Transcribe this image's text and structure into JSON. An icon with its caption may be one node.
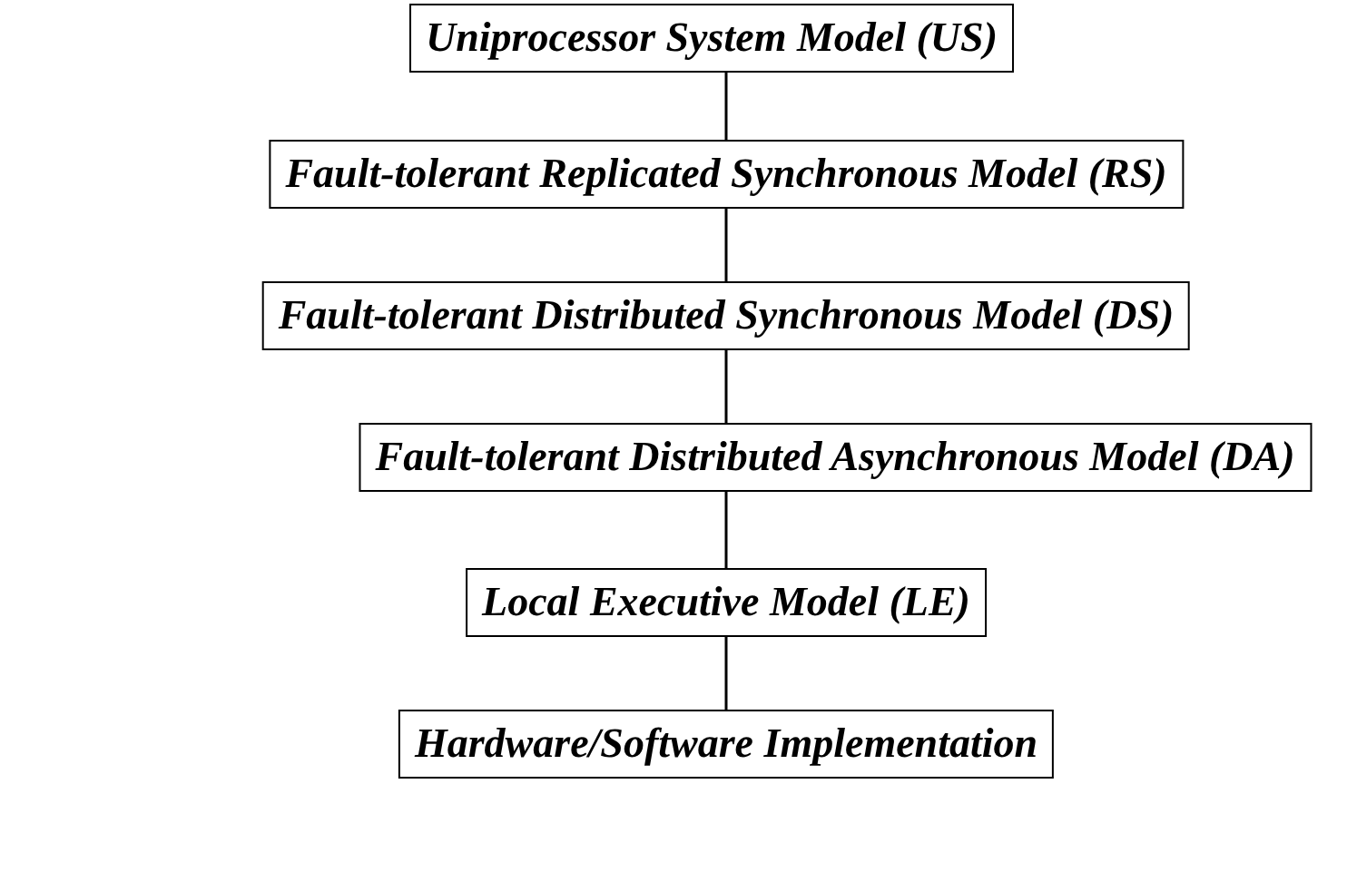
{
  "diagram": {
    "nodes": [
      {
        "text": [
          "Uniprocessor System Model (US)"
        ]
      },
      {
        "text": [
          "Fault-tolerant Replicated Synchronous Model (RS)"
        ]
      },
      {
        "text": [
          "Fault-tolerant Distributed Synchronous Model (DS)"
        ]
      },
      {
        "text": [
          "Fault-tolerant Distributed Asynchronous Model (DA)"
        ]
      },
      {
        "text": [
          "Local Executive Model (LE)"
        ]
      },
      {
        "text": [
          "Hardware/Software Implementation"
        ]
      }
    ],
    "edges": [
      {
        "from": 0,
        "to": 1,
        "arrow": "none"
      },
      {
        "from": 1,
        "to": 2,
        "arrow": "none"
      },
      {
        "from": 2,
        "to": 3,
        "arrow": "none"
      },
      {
        "from": 3,
        "to": 4,
        "arrow": "none"
      },
      {
        "from": 4,
        "to": 5,
        "arrow": "none"
      }
    ]
  }
}
